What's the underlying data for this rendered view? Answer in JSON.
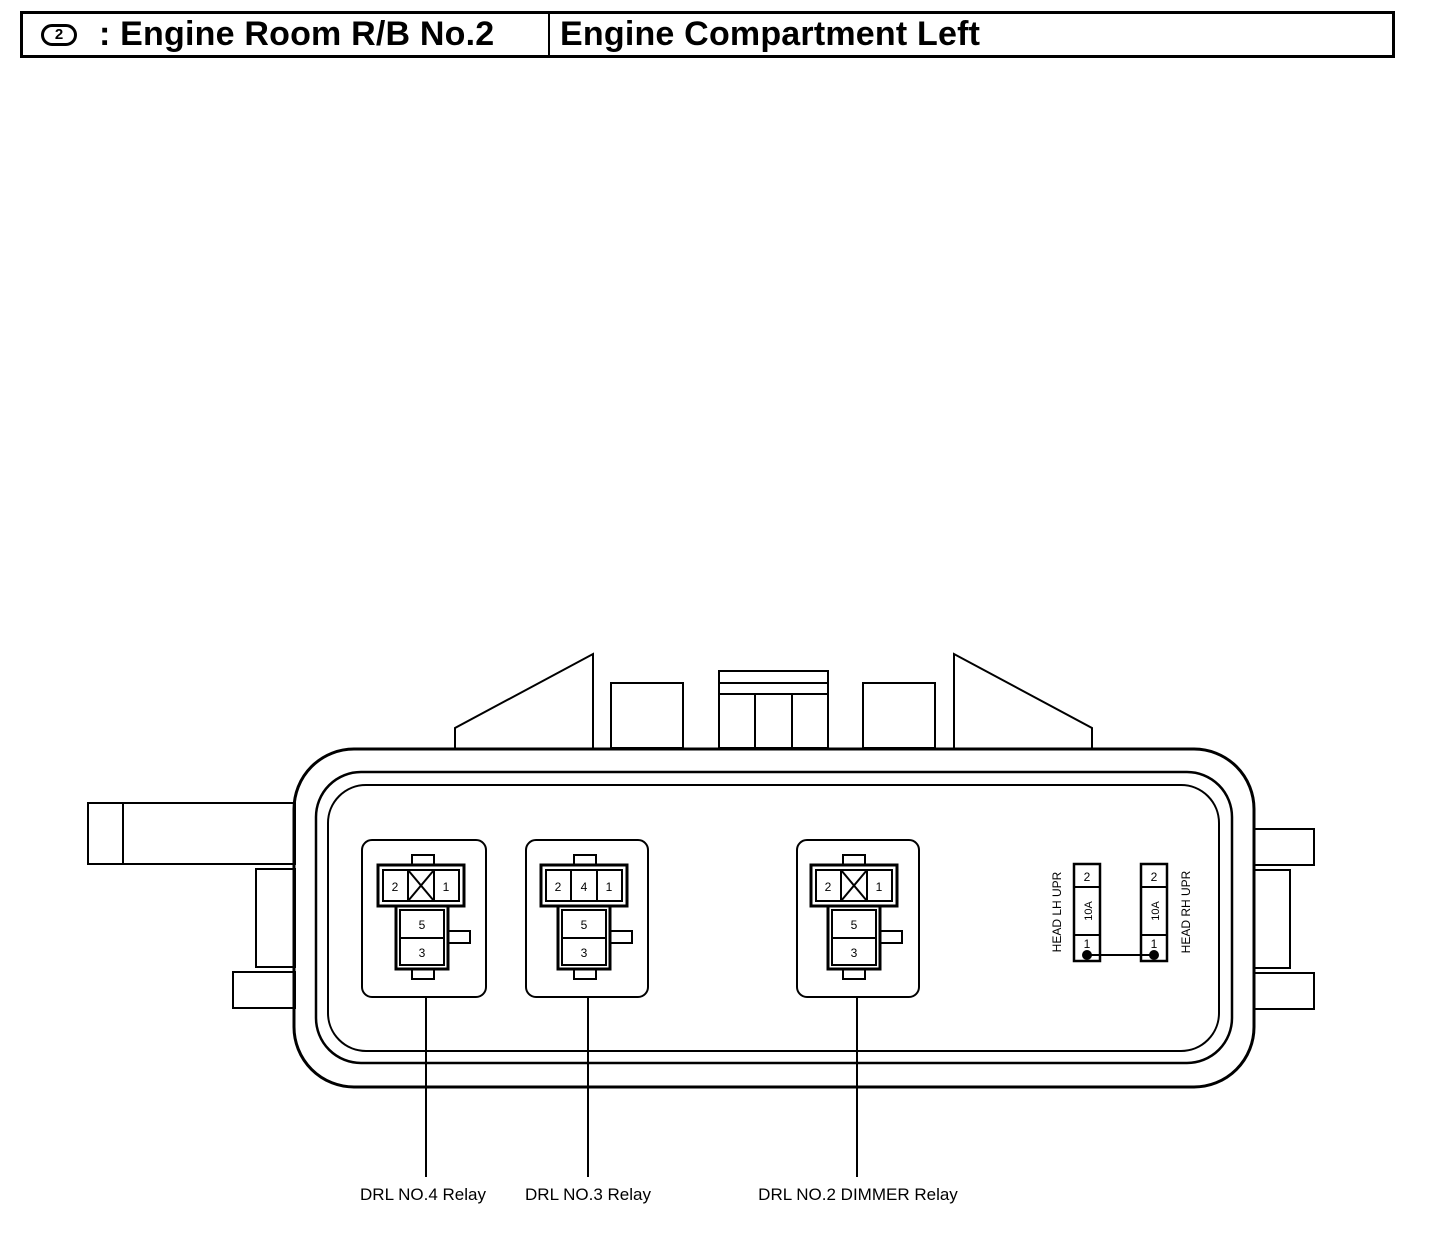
{
  "header": {
    "badge": "2",
    "title_left": ": Engine Room R/B No.2",
    "title_right": "Engine Compartment Left"
  },
  "relays": [
    {
      "label": "DRL NO.4 Relay",
      "top_pins": [
        "2",
        "",
        "1"
      ],
      "bottom_pins": [
        "5",
        "3"
      ]
    },
    {
      "label": "DRL NO.3 Relay",
      "top_pins": [
        "2",
        "4",
        "1"
      ],
      "bottom_pins": [
        "5",
        "3"
      ]
    },
    {
      "label": "DRL NO.2 DIMMER Relay",
      "top_pins": [
        "2",
        "",
        "1"
      ],
      "bottom_pins": [
        "5",
        "3"
      ]
    }
  ],
  "fuses": [
    {
      "name": "HEAD LH UPR",
      "rating": "10A",
      "pin_top": "2",
      "pin_bottom": "1"
    },
    {
      "name": "HEAD RH UPR",
      "rating": "10A",
      "pin_top": "2",
      "pin_bottom": "1"
    }
  ]
}
